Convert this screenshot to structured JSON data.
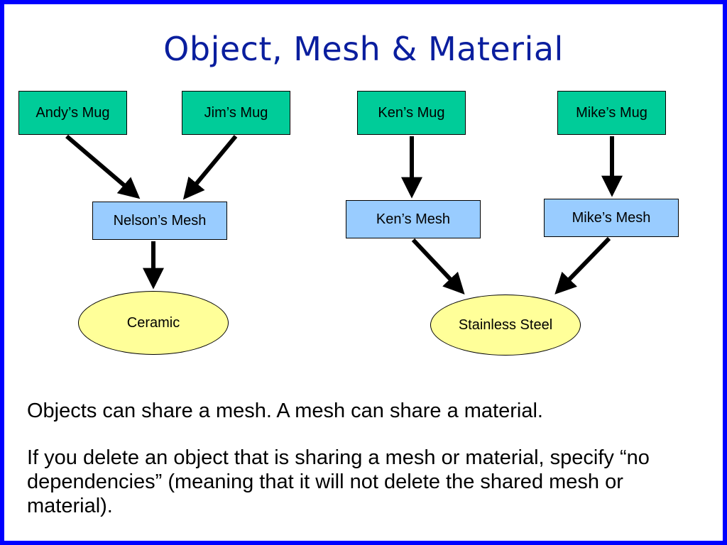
{
  "title": "Object, Mesh & Material",
  "objects": [
    "Andy’s Mug",
    "Jim’s Mug",
    "Ken’s Mug",
    "Mike’s Mug"
  ],
  "meshes": [
    "Nelson’s Mesh",
    "Ken’s Mesh",
    "Mike’s Mesh"
  ],
  "materials": [
    "Ceramic",
    "Stainless Steel"
  ],
  "colors": {
    "border": "#0000ff",
    "title": "#0a1e9e",
    "object_fill": "#00cc99",
    "mesh_fill": "#99ccff",
    "material_fill": "#ffff99"
  },
  "text": {
    "line1": "Objects can share a mesh.  A mesh can share a material.",
    "line2": "If you delete an object that is sharing a mesh or material, specify “no dependencies” (meaning that it will not delete the shared mesh or material)."
  }
}
